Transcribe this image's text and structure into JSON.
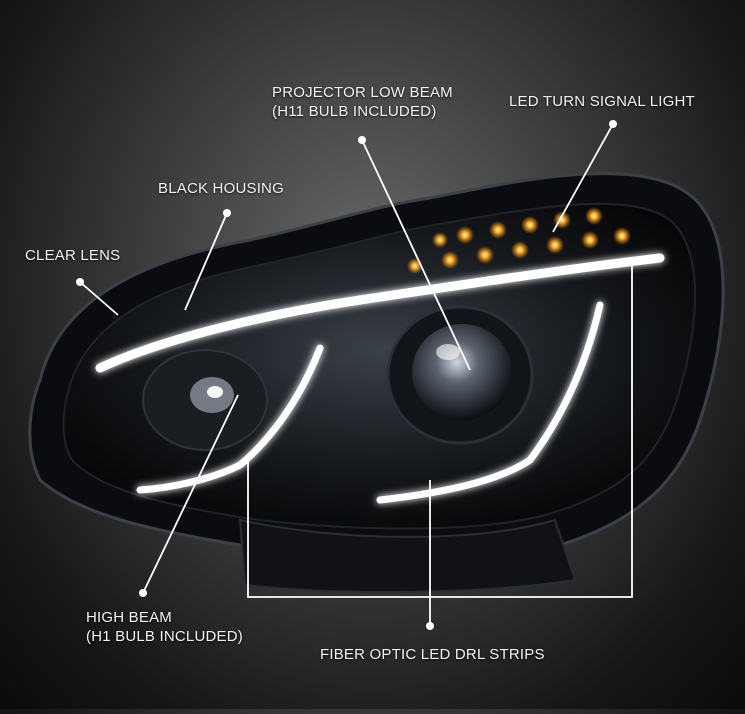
{
  "product": "headlight",
  "colors": {
    "background_center": "#6a6a6a",
    "background_edge": "#0b0b0b",
    "housing": "#0d0f12",
    "drl_glow": "#ffffff",
    "turn_signal": "#ffa21a",
    "callout_line": "#ffffff"
  },
  "labels": {
    "projector_line1": "PROJECTOR LOW BEAM",
    "projector_line2": "(H11 BULB INCLUDED)",
    "turn_signal": "LED TURN SIGNAL LIGHT",
    "black_housing": "BLACK HOUSING",
    "clear_lens": "CLEAR LENS",
    "high_beam_line1": "HIGH BEAM",
    "high_beam_line2": "(H1 BULB INCLUDED)",
    "drl": "FIBER OPTIC LED DRL STRIPS"
  }
}
